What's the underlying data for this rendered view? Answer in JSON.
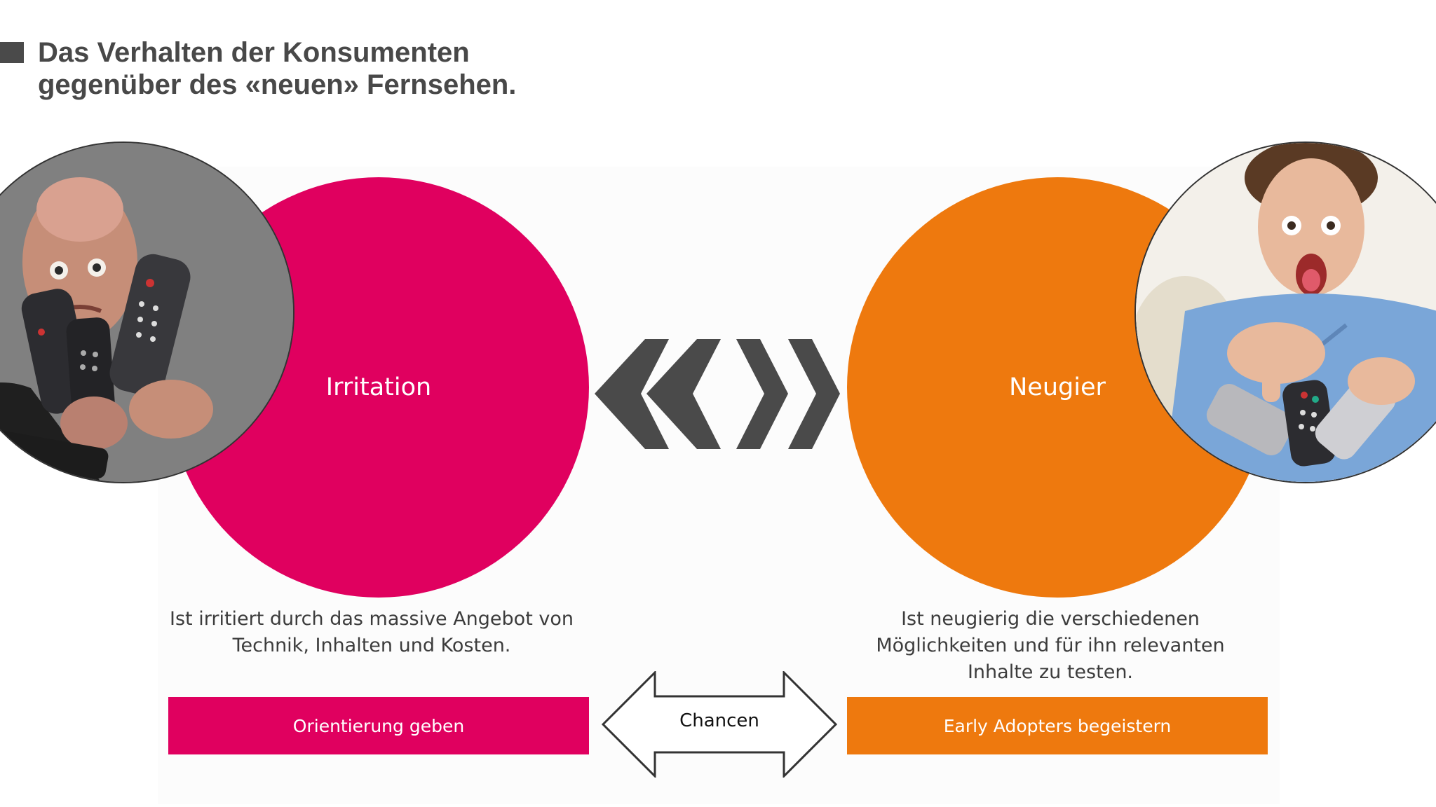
{
  "title": {
    "line1": "Das Verhalten der Konsumenten",
    "line2": "gegenüber des «neuen» Fernsehen."
  },
  "left": {
    "circle_label": "Irritation",
    "description_line1": "Ist irritiert durch das massive Angebot von",
    "description_line2": "Technik, Inhalten und Kosten.",
    "bar_label": "Orientierung geben",
    "color": "#e0005f",
    "photo": "confused-man-with-remotes"
  },
  "right": {
    "circle_label": "Neugier",
    "description_line1": "Ist neugierig die verschiedenen",
    "description_line2": "Möglichkeiten und für ihn relevanten",
    "description_line3": "Inhalte zu testen.",
    "bar_label": "Early Adopters begeistern",
    "color": "#ee790e",
    "photo": "excited-man-with-remotes"
  },
  "center": {
    "chevrons_icon": "double-chevron-left-right-icon",
    "arrow_label": "Chancen",
    "arrow_icon": "double-headed-arrow-icon"
  }
}
